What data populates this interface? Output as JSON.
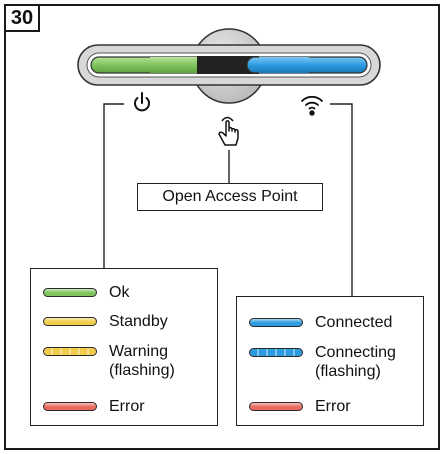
{
  "figure_number": "30",
  "callout_label": "Open Access Point",
  "icons": {
    "power": "power-icon",
    "wifi": "wifi-icon",
    "press": "hand-press-icon"
  },
  "colors": {
    "green": "#7ec35c",
    "yellow": "#f2cc4d",
    "red": "#e8685c",
    "blue": "#2e9be0",
    "center": "#222222",
    "button": "#d2d2d2"
  },
  "power_legend": {
    "items": [
      {
        "label": "Ok",
        "color": "#7ec35c",
        "flashing": false
      },
      {
        "label": "Standby",
        "color": "#f2cc4d",
        "flashing": false
      },
      {
        "label": "Warning\n(flashing)",
        "color": "#f2cc4d",
        "flashing": true
      },
      {
        "label": "Error",
        "color": "#e8685c",
        "flashing": false
      }
    ]
  },
  "wifi_legend": {
    "items": [
      {
        "label": "Connected",
        "color": "#2e9be0",
        "flashing": false
      },
      {
        "label": "Connecting\n(flashing)",
        "color": "#2e9be0",
        "flashing": true
      },
      {
        "label": "Error",
        "color": "#e8685c",
        "flashing": false
      }
    ]
  }
}
